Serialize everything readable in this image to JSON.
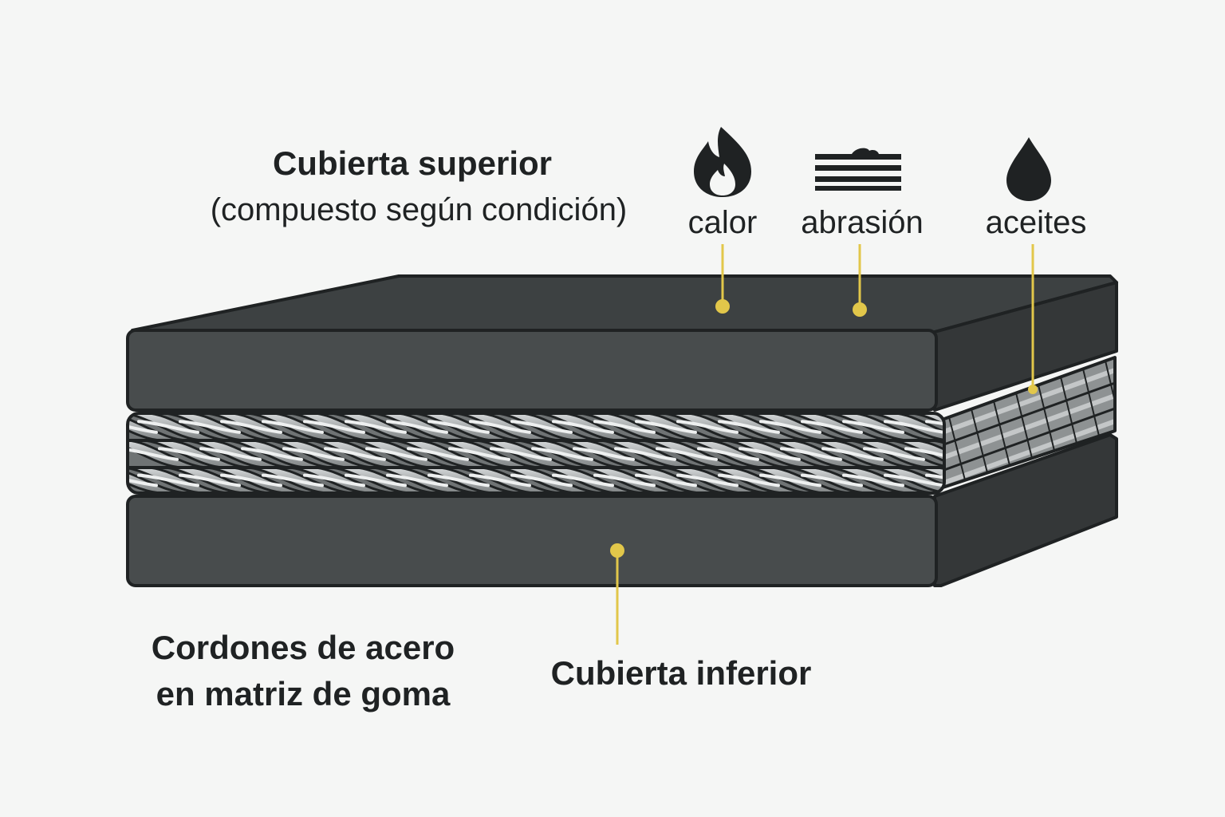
{
  "labels": {
    "top_cover_title": "Cubierta superior",
    "top_cover_subtitle": "(compuesto según condición)",
    "heat": "calor",
    "abrasion": "abrasión",
    "oils": "aceites",
    "cords_line1": "Cordones de acero",
    "cords_line2": "en matriz de goma",
    "bottom_cover": "Cubierta inferior"
  },
  "icons": {
    "heat": "flame-icon",
    "abrasion": "abrasion-lines-icon",
    "oils": "oil-drop-icon"
  },
  "colors": {
    "rubber_front": "#484c4d",
    "rubber_top": "#3d4142",
    "rubber_side": "#343738",
    "outline": "#1f2223",
    "steel_light": "#c9cccd",
    "steel_dark": "#878b8c",
    "leader": "#e2c74a",
    "background": "#f5f6f5"
  }
}
